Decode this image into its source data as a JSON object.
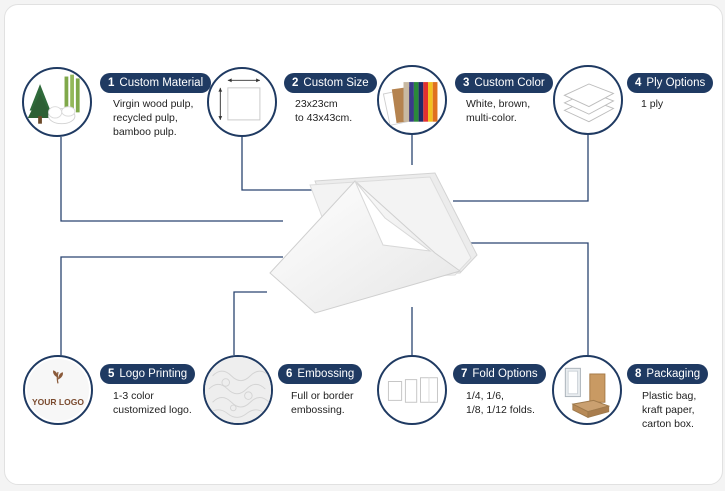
{
  "features": [
    {
      "num": "1",
      "title": "Custom Material",
      "desc": "Virgin wood pulp,\nrecycled pulp,\nbamboo pulp.",
      "icon": "pulp-material-icon"
    },
    {
      "num": "2",
      "title": "Custom Size",
      "desc": "23x23cm\nto 43x43cm.",
      "icon": "napkin-size-icon"
    },
    {
      "num": "3",
      "title": "Custom Color",
      "desc": "White, brown,\nmulti-color.",
      "icon": "color-swatch-icon"
    },
    {
      "num": "4",
      "title": "Ply Options",
      "desc": "1 ply",
      "icon": "ply-stack-icon"
    },
    {
      "num": "5",
      "title": "Logo Printing",
      "desc": "1-3 color\ncustomized logo.",
      "icon": "logo-napkin-icon"
    },
    {
      "num": "6",
      "title": "Embossing",
      "desc": "Full or border\nembossing.",
      "icon": "embossed-texture-icon"
    },
    {
      "num": "7",
      "title": "Fold Options",
      "desc": "1/4, 1/6,\n1/8, 1/12 folds.",
      "icon": "folded-napkins-icon"
    },
    {
      "num": "8",
      "title": "Packaging",
      "desc": "Plastic bag,\nkraft paper,\ncarton box.",
      "icon": "packaging-icon"
    }
  ],
  "logo_text": "YOUR LOGO",
  "colors": {
    "navy": "#1f3a62",
    "connector": "#1f3a62",
    "pill_text": "#ffffff"
  }
}
